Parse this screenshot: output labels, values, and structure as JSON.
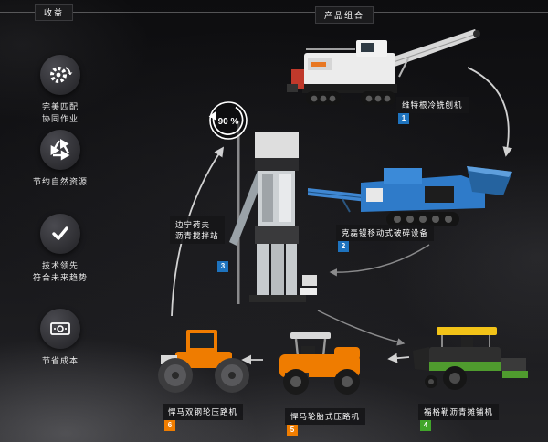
{
  "header": {
    "left_label": "收益",
    "center_label": "产品组合"
  },
  "benefits": [
    {
      "icon": "gears-icon",
      "line1": "完美匹配",
      "line2": "协同作业"
    },
    {
      "icon": "recycle-icon",
      "line1": "节约自然资源",
      "line2": ""
    },
    {
      "icon": "check-icon",
      "line1": "技术领先",
      "line2": "符合未来趋势"
    },
    {
      "icon": "cost-icon",
      "line1": "节省成本",
      "line2": ""
    }
  ],
  "recycle_badge": {
    "value": "90 %"
  },
  "machines": [
    {
      "num": "1",
      "label": "维特根冷铣刨机",
      "badge_color": "#1e73be"
    },
    {
      "num": "2",
      "label": "克磊镘移动式破碎设备",
      "badge_color": "#1e73be"
    },
    {
      "num": "3",
      "label_line1": "边宁荷夫",
      "label_line2": "沥青搅拌站",
      "badge_color": "#1e73be"
    },
    {
      "num": "4",
      "label": "福格勒沥青摊铺机",
      "badge_color": "#41a62a"
    },
    {
      "num": "5",
      "label": "悍马轮胎式压路机",
      "badge_color": "#f07d00"
    },
    {
      "num": "6",
      "label": "悍马双钢轮压路机",
      "badge_color": "#f07d00"
    }
  ],
  "colors": {
    "background": "#141416",
    "label_box": "#1b1b1d",
    "wirtgen_white": "#ececec",
    "kleemann_blue": "#2f7bc9",
    "hamm_orange": "#ef7c00",
    "voegele_green": "#4f9b2e",
    "canopy_yellow": "#f2c318",
    "arrow": "#e6e6e6"
  }
}
